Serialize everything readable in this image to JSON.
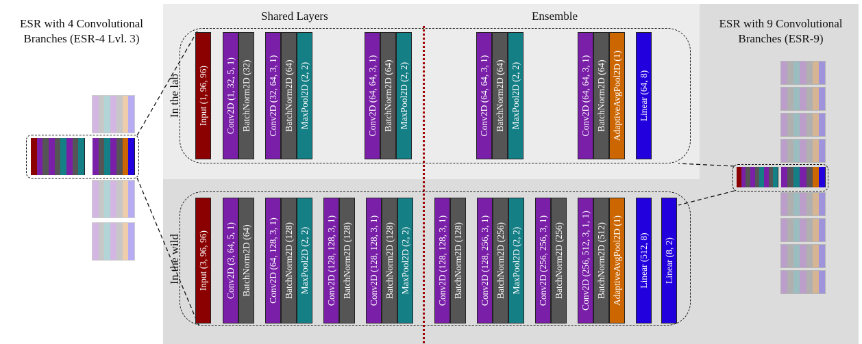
{
  "titles": {
    "left": "ESR with 4 Convolutional\nBranches (ESR-4 Lvl. 3)",
    "right": "ESR with 9 Convolutional\nBranches (ESR-9)"
  },
  "headers": {
    "shared": "Shared Layers",
    "ensemble": "Ensemble"
  },
  "rows": {
    "lab": "In the lab",
    "wild": "In the wild"
  },
  "colors": {
    "input": "#8b0000",
    "conv": "#7a1fa8",
    "batchnorm": "#555555",
    "maxpool": "#157f86",
    "avgpool": "#cc6600",
    "linear": "#2200dd",
    "divider": "#a00000",
    "background_panel": "#ececec",
    "background_panel_dark": "#dcdcdc"
  },
  "lab_layers": [
    {
      "label": "Input (1, 96, 96)",
      "kind": "input"
    },
    {
      "label": "Conv2D (1, 32, 5, 1)",
      "kind": "conv"
    },
    {
      "label": "BatchNorm2D (32)",
      "kind": "batchnorm"
    },
    {
      "label": "Conv2D (32, 64, 3, 1)",
      "kind": "conv"
    },
    {
      "label": "BatchNorm2D (64)",
      "kind": "batchnorm"
    },
    {
      "label": "MaxPool2D (2, 2)",
      "kind": "maxpool"
    },
    {
      "label": "Conv2D (64, 64, 3, 1)",
      "kind": "conv"
    },
    {
      "label": "BatchNorm2D (64)",
      "kind": "batchnorm"
    },
    {
      "label": "MaxPool2D (2, 2)",
      "kind": "maxpool"
    },
    {
      "label": "Conv2D (64, 64, 3, 1)",
      "kind": "conv"
    },
    {
      "label": "BatchNorm2D (64)",
      "kind": "batchnorm"
    },
    {
      "label": "MaxPool2D (2, 2)",
      "kind": "maxpool"
    },
    {
      "label": "Conv2D (64, 64, 3, 1)",
      "kind": "conv"
    },
    {
      "label": "BatchNorm2D (64)",
      "kind": "batchnorm"
    },
    {
      "label": "AdaptiveAvgPool2D (1)",
      "kind": "avgpool"
    },
    {
      "label": "Linear (64, 8)",
      "kind": "linear"
    }
  ],
  "wild_layers": [
    {
      "label": "Input (3, 96, 96)",
      "kind": "input"
    },
    {
      "label": "Conv2D (3, 64, 5, 1)",
      "kind": "conv"
    },
    {
      "label": "BatchNorm2D (64)",
      "kind": "batchnorm"
    },
    {
      "label": "Conv2D (64, 128, 3, 1)",
      "kind": "conv"
    },
    {
      "label": "BatchNorm2D (128)",
      "kind": "batchnorm"
    },
    {
      "label": "MaxPool2D (2, 2)",
      "kind": "maxpool"
    },
    {
      "label": "Conv2D (128, 128, 3, 1)",
      "kind": "conv"
    },
    {
      "label": "BatchNorm2D (128)",
      "kind": "batchnorm"
    },
    {
      "label": "Conv2D (128, 128, 3, 1)",
      "kind": "conv"
    },
    {
      "label": "BatchNorm2D (128)",
      "kind": "batchnorm"
    },
    {
      "label": "MaxPool2D (2, 2)",
      "kind": "maxpool"
    },
    {
      "label": "Conv2D (128, 128, 3, 1)",
      "kind": "conv"
    },
    {
      "label": "BatchNorm2D (128)",
      "kind": "batchnorm"
    },
    {
      "label": "Conv2D (128, 256, 3, 1)",
      "kind": "conv"
    },
    {
      "label": "BatchNorm2D (256)",
      "kind": "batchnorm"
    },
    {
      "label": "MaxPool2D (2, 2)",
      "kind": "maxpool"
    },
    {
      "label": "Conv2D (256, 256, 3, 1)",
      "kind": "conv"
    },
    {
      "label": "BatchNorm2D (256)",
      "kind": "batchnorm"
    },
    {
      "label": "Conv2D (256, 512, 3, 1, 1)",
      "kind": "conv"
    },
    {
      "label": "BatchNorm2D (512)",
      "kind": "batchnorm"
    },
    {
      "label": "AdaptiveAvgPool2D (1)",
      "kind": "avgpool"
    },
    {
      "label": "Linear (512, 8)",
      "kind": "linear"
    },
    {
      "label": "Linear (8, 2)",
      "kind": "linear"
    }
  ]
}
